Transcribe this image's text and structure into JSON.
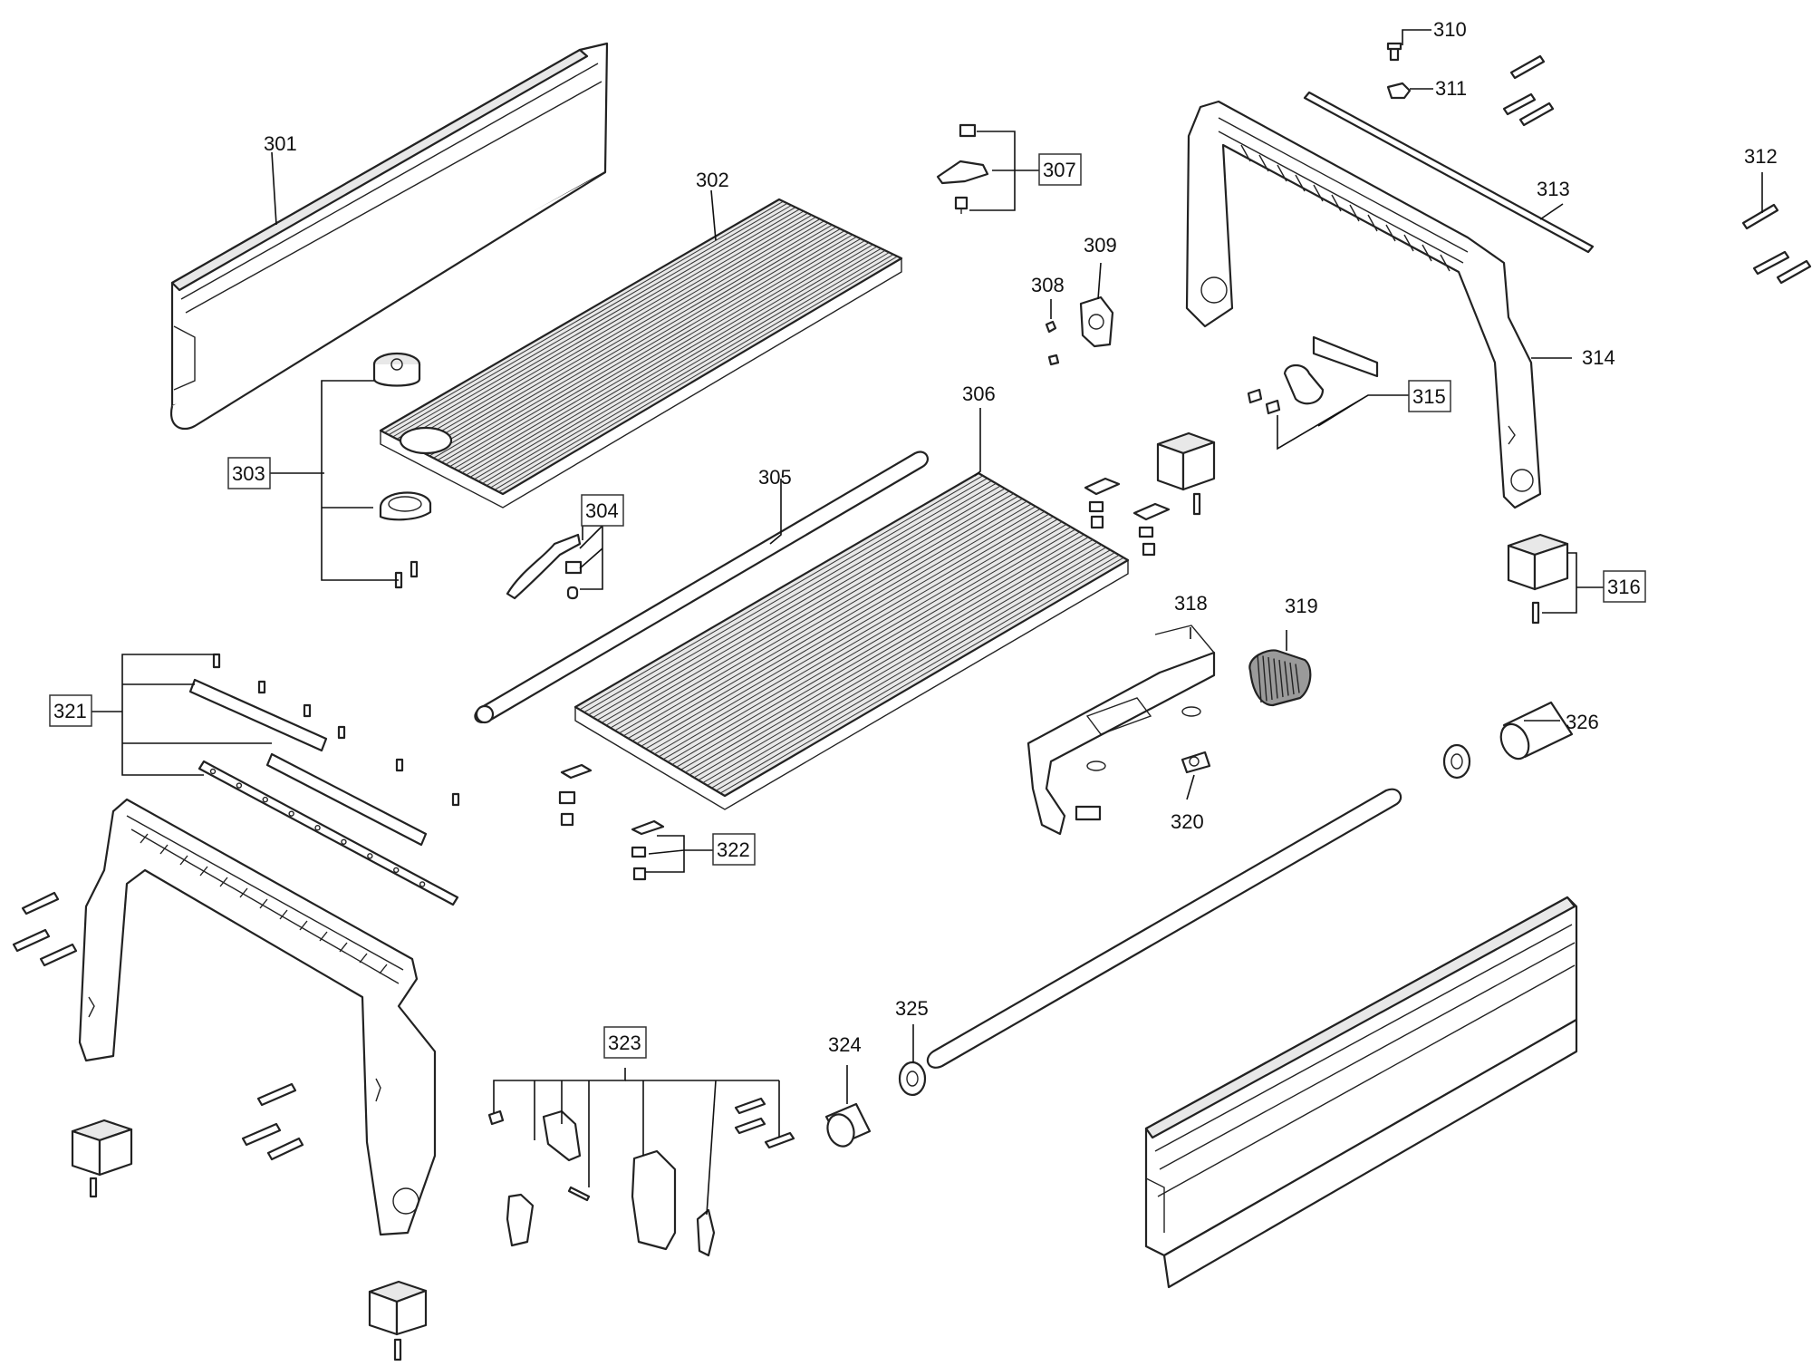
{
  "labels": {
    "p301": "301",
    "p302": "302",
    "p303": "303",
    "p304": "304",
    "p305": "305",
    "p306": "306",
    "p307": "307",
    "p308": "308",
    "p309": "309",
    "p310": "310",
    "p311": "311",
    "p312": "312",
    "p313": "313",
    "p314": "314",
    "p315": "315",
    "p316": "316",
    "p318": "318",
    "p319": "319",
    "p320": "320",
    "p321": "321",
    "p322": "322",
    "p323": "323",
    "p324": "324",
    "p325": "325",
    "p326": "326"
  },
  "boxed_labels": [
    "303",
    "304",
    "307",
    "315",
    "316",
    "321",
    "322",
    "323"
  ],
  "colors": {
    "line": "#222222",
    "background": "#ffffff"
  }
}
